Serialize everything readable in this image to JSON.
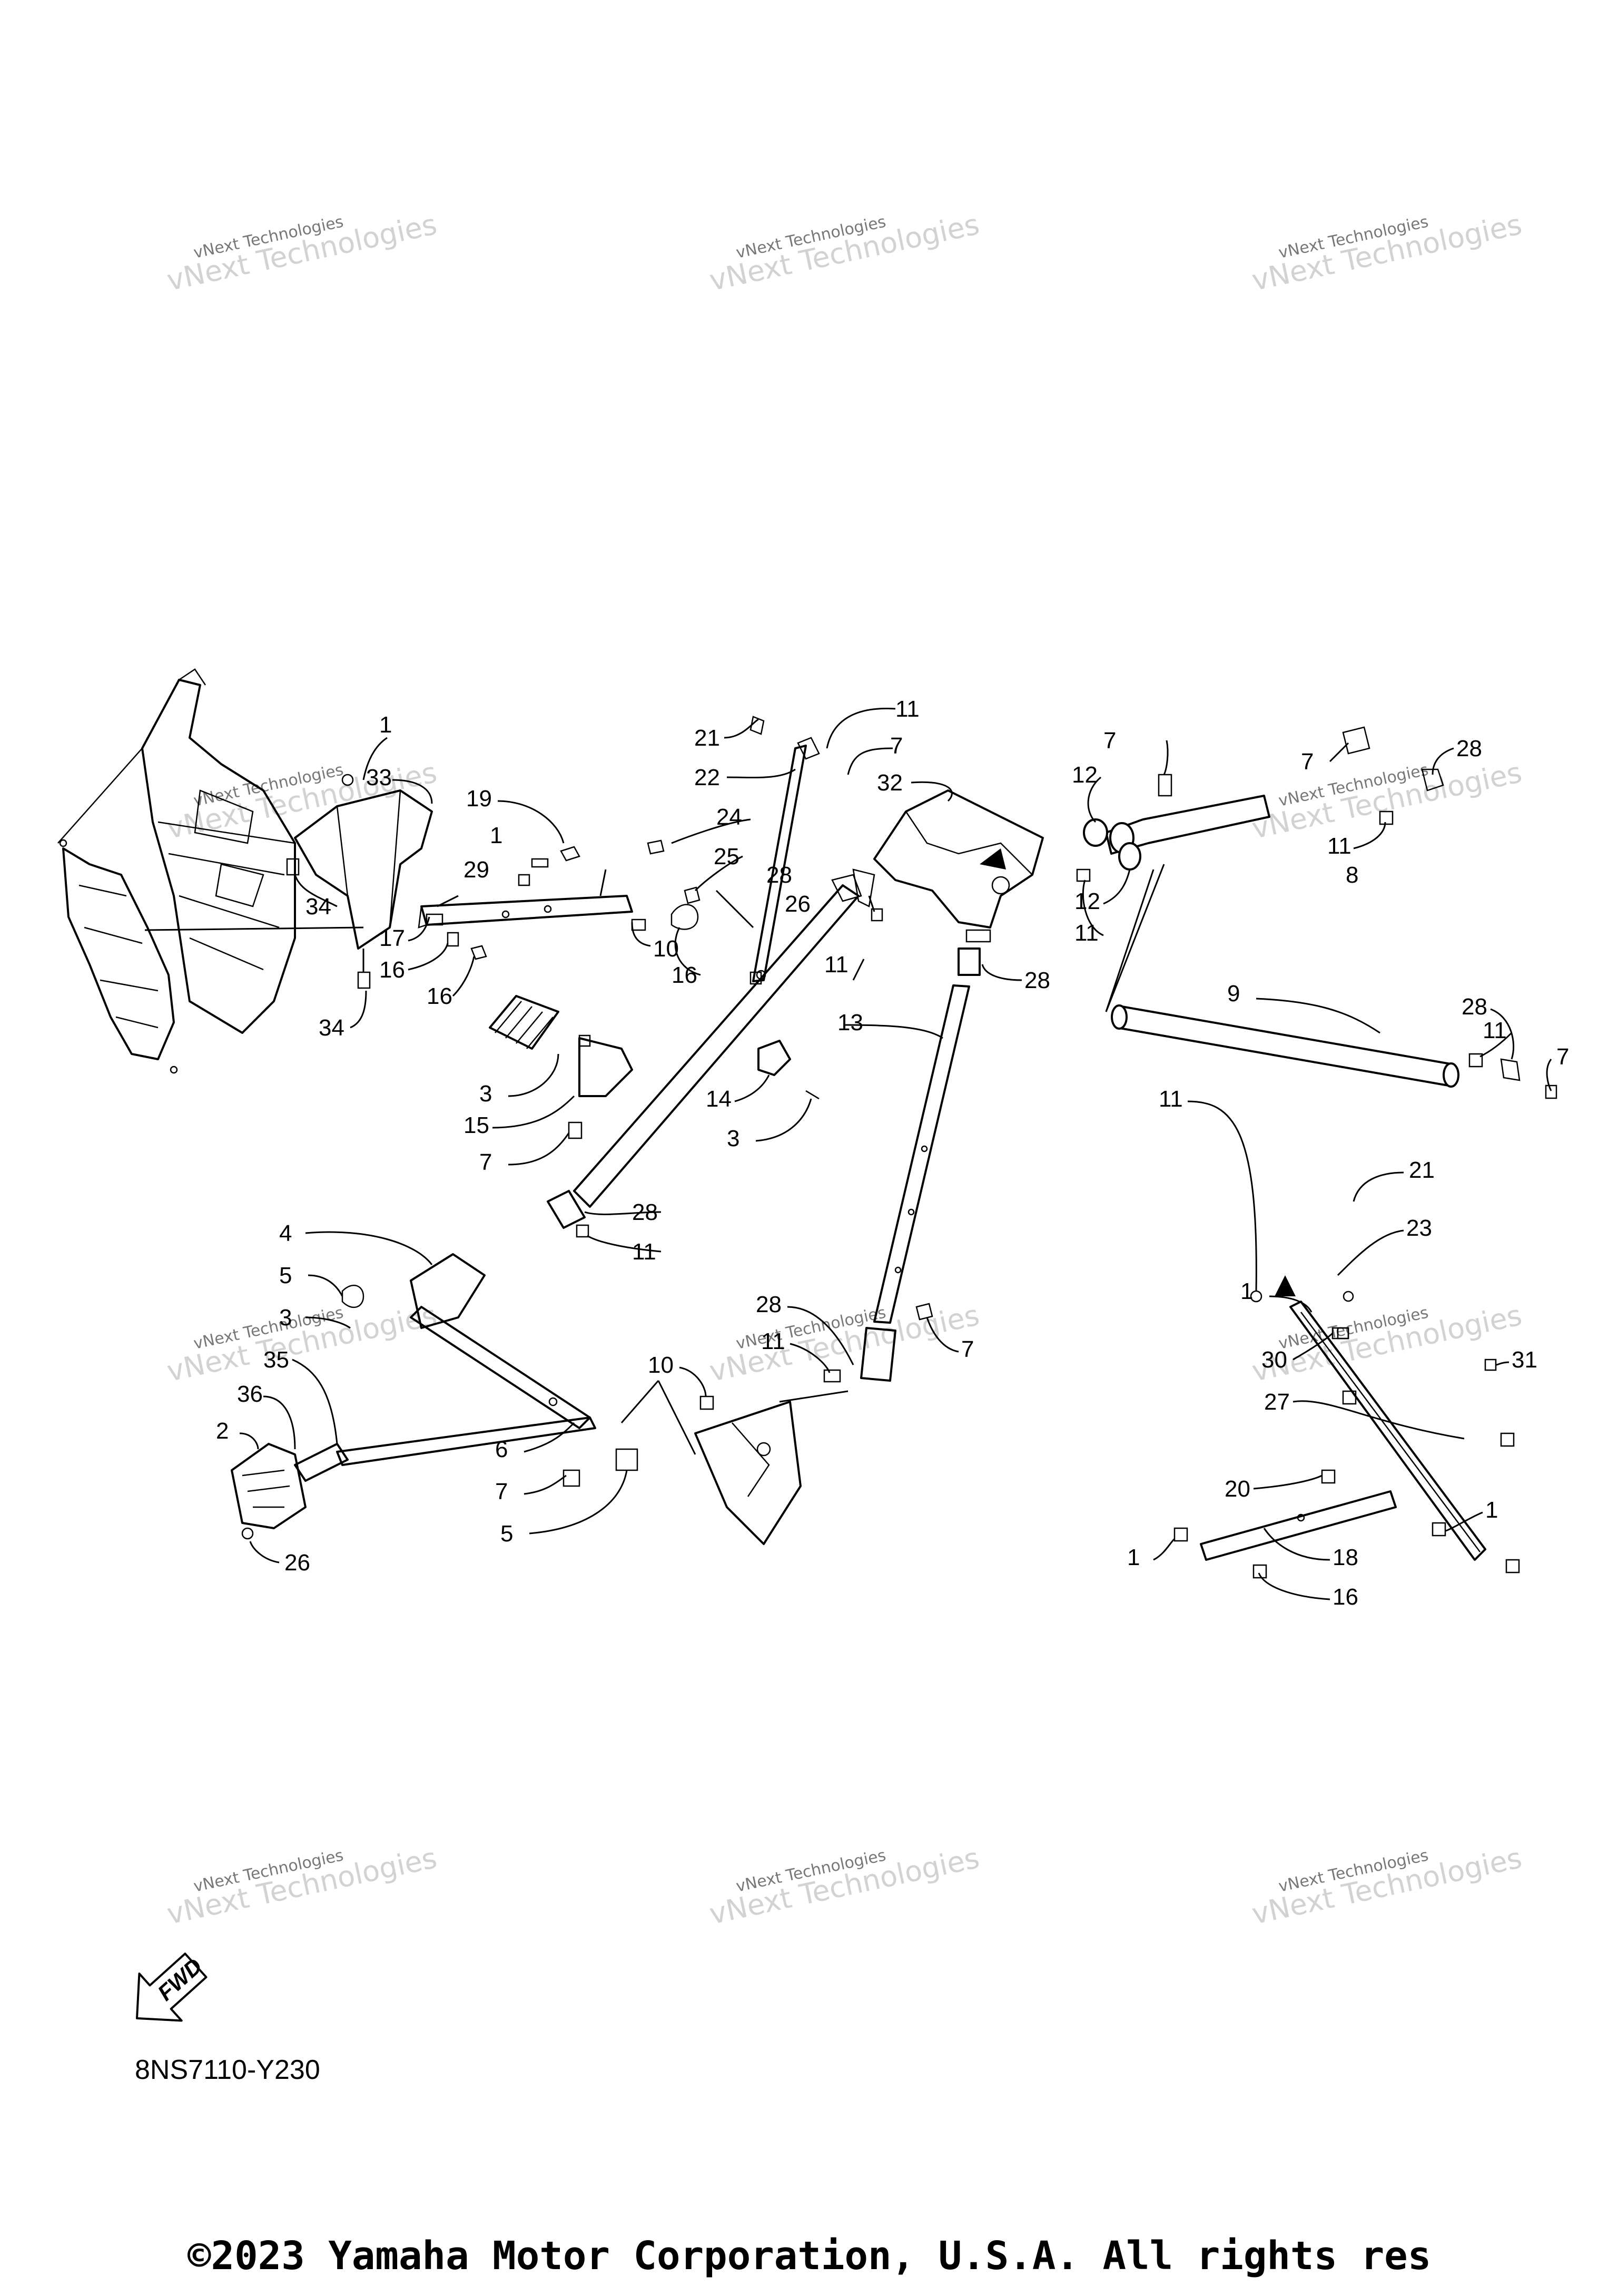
{
  "diagram": {
    "code": "8NS7110-Y230",
    "copyright": "©2023 Yamaha Motor Corporation, U.S.A. All rights res",
    "fwd_label": "FWD",
    "watermark_line1": "vNext Technologies",
    "watermark_line2": "vNext Technologies",
    "callouts": [
      "1",
      "33",
      "34",
      "17",
      "16",
      "16",
      "34",
      "19",
      "29",
      "1",
      "24",
      "25",
      "10",
      "16",
      "21",
      "22",
      "11",
      "7",
      "32",
      "26",
      "28",
      "11",
      "7",
      "12",
      "12",
      "11",
      "7",
      "28",
      "11",
      "8",
      "13",
      "28",
      "9",
      "28",
      "11",
      "7",
      "3",
      "15",
      "7",
      "14",
      "3",
      "28",
      "11",
      "4",
      "5",
      "3",
      "35",
      "36",
      "2",
      "26",
      "6",
      "7",
      "5",
      "28",
      "11",
      "10",
      "7",
      "11",
      "21",
      "23",
      "1",
      "30",
      "31",
      "27",
      "20",
      "1",
      "18",
      "1",
      "16"
    ]
  }
}
